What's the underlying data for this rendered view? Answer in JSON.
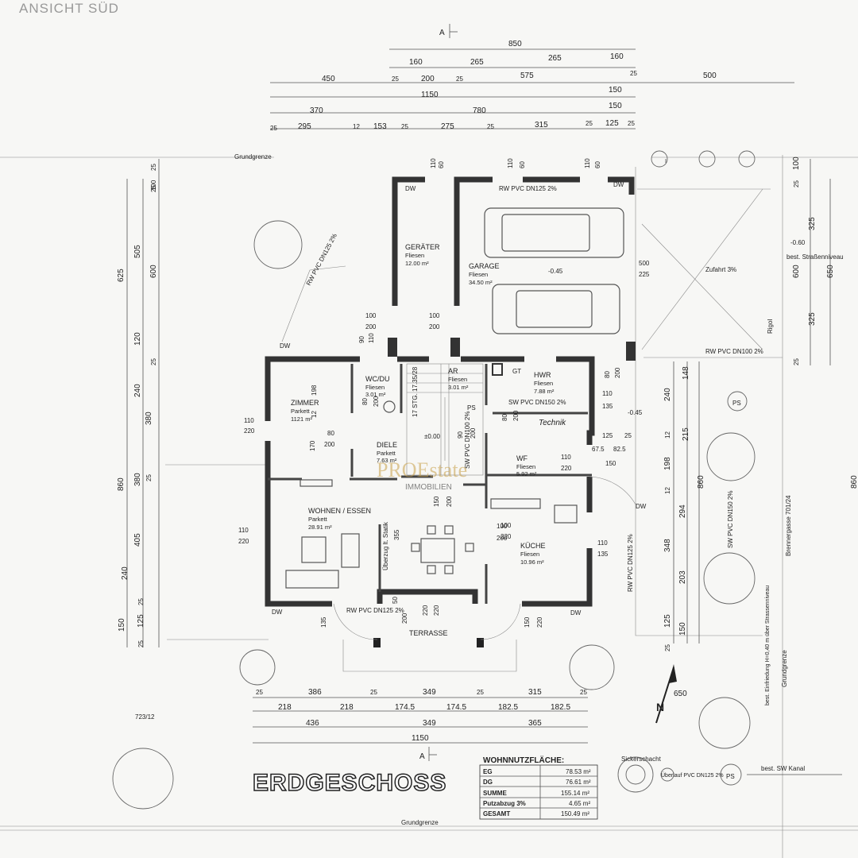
{
  "header": {
    "view_title": "ANSICHT SÜD"
  },
  "section_marks": {
    "top": "A",
    "bottom": "A"
  },
  "plan_title": "ERDGESCHOSS",
  "watermark": {
    "brand": "PROEstate",
    "sub": "IMMOBILIEN"
  },
  "parcel": {
    "boundary_top": "Grundgrenze",
    "boundary_bottom": "Grundgrenze",
    "boundary_right": "Grundgrenze",
    "plot_number": "723/12",
    "road": "Brennergasse 701/24"
  },
  "rooms": [
    {
      "name": "GERÄTER",
      "floor": "Fliesen",
      "area": "12.00 m²"
    },
    {
      "name": "GARAGE",
      "floor": "Fliesen",
      "area": "34.50 m²"
    },
    {
      "name": "ZIMMER",
      "floor": "Parkett",
      "area": "1121 m²"
    },
    {
      "name": "WC/DU",
      "floor": "Fliesen",
      "area": "3.01 m²"
    },
    {
      "name": "AR",
      "floor": "Fliesen",
      "area": "3.01 m²"
    },
    {
      "name": "HWR",
      "floor": "Fliesen",
      "area": "7.88 m²"
    },
    {
      "name": "DIELE",
      "floor": "Parkett",
      "area": "7.63 m²"
    },
    {
      "name": "WF",
      "floor": "Fliesen",
      "area": "5.92 m²"
    },
    {
      "name": "WOHNEN / ESSEN",
      "floor": "Parkett",
      "area": "28.91 m²"
    },
    {
      "name": "KÜCHE",
      "floor": "Fliesen",
      "area": "10.96 m²"
    },
    {
      "name": "TERRASSE",
      "floor": "",
      "area": ""
    }
  ],
  "annotations": {
    "rw_pvc_garage": "RW PVC DN125  2%",
    "rw_pvc_diag": "RW PVC DN125  2%",
    "rw_pvc_right": "RW PVC DN100  2%",
    "rw_pvc_bottom": "RW PVC DN125  2%",
    "rw_pvc_vert": "RW PVC DN125  2%",
    "sw_pvc_hwr": "SW PVC DN150  2%",
    "sw_pvc_right": "SW PVC DN150  2%",
    "sw_pvc_stair": "SW PVC DN100  2%",
    "zufahrt": "Zufahrt 3%",
    "level_garage": "-0.45",
    "level_hall": "±0.00",
    "level_hwr": "-0.45",
    "level_street": "-0.60",
    "street_level_label": "best. Straßenniveau",
    "rigol": "Rigol",
    "stairs": "17 STG. 17.35/28",
    "technik": "Technik",
    "gt": "GT",
    "ps1": "PS",
    "ps2": "PS",
    "ps3": "PS",
    "dw": "DW",
    "ueberzug": "Überzug lt. Statik",
    "sickerschacht": "Sickerschacht",
    "ueberlauf": "Überlauf PVC DN125  2%",
    "sw_kanal": "best. SW Kanal",
    "einfriedung": "best. Einfriedung H=0,40 m über Strassenniveau",
    "north": "N"
  },
  "dims_top": {
    "row1": [
      "850"
    ],
    "row2": [
      "160",
      "265",
      "265",
      "160"
    ],
    "row3": [
      "450",
      "25",
      "200",
      "25",
      "575",
      "25",
      "500"
    ],
    "row4": [
      "1150",
      "150"
    ],
    "row5": [
      "370",
      "780",
      "150"
    ],
    "row6": [
      "25",
      "295",
      "12",
      "153",
      "25",
      "275",
      "25",
      "315",
      "25",
      "125",
      "25"
    ]
  },
  "dims_bottom": {
    "row1": [
      "25",
      "386",
      "25",
      "349",
      "25",
      "315",
      "25"
    ],
    "row2": [
      "218",
      "218",
      "174.5",
      "174.5",
      "182.5",
      "182.5"
    ],
    "row3": [
      "436",
      "349",
      "365"
    ],
    "row4": [
      "1150"
    ],
    "north_dim": "650"
  },
  "dims_left": {
    "outer": [
      "625",
      "860"
    ],
    "mid": [
      "505",
      "120",
      "240",
      "380",
      "405",
      "150"
    ],
    "inner": [
      "600",
      "25",
      "380",
      "25",
      "240",
      "25",
      "125",
      "25"
    ],
    "top_col": [
      "25",
      "100",
      "25"
    ]
  },
  "dims_right": {
    "a": [
      "100",
      "25",
      "325",
      "600",
      "325",
      "25"
    ],
    "b": [
      "650"
    ],
    "c": [
      "148",
      "240",
      "12",
      "215",
      "198",
      "12",
      "294",
      "348",
      "203",
      "125",
      "25",
      "150"
    ],
    "d": [
      "860",
      "860"
    ]
  },
  "dims_inner": [
    "110",
    "60",
    "110",
    "60",
    "110",
    "60",
    "100",
    "200",
    "100",
    "200",
    "90",
    "110",
    "110",
    "220",
    "110",
    "220",
    "198",
    "12",
    "80",
    "200",
    "170",
    "80",
    "200",
    "90",
    "200",
    "80",
    "200",
    "80",
    "200",
    "100",
    "200",
    "110",
    "135",
    "125",
    "25",
    "67.5",
    "82.5",
    "150",
    "110",
    "220",
    "150",
    "200",
    "355",
    "100",
    "220",
    "110",
    "135",
    "500",
    "225",
    "50",
    "220",
    "220",
    "220",
    "135",
    "150",
    "200"
  ],
  "area_table": {
    "title": "WOHNNUTZFLÄCHE:",
    "rows": [
      {
        "label": "EG",
        "value": "78.53 m²"
      },
      {
        "label": "DG",
        "value": "76.61 m²"
      },
      {
        "label": "SUMME",
        "value": "155.14 m²"
      },
      {
        "label": "Putzabzug 3%",
        "value": "4.65 m²"
      },
      {
        "label": "GESAMT",
        "value": "150.49 m²"
      }
    ]
  }
}
